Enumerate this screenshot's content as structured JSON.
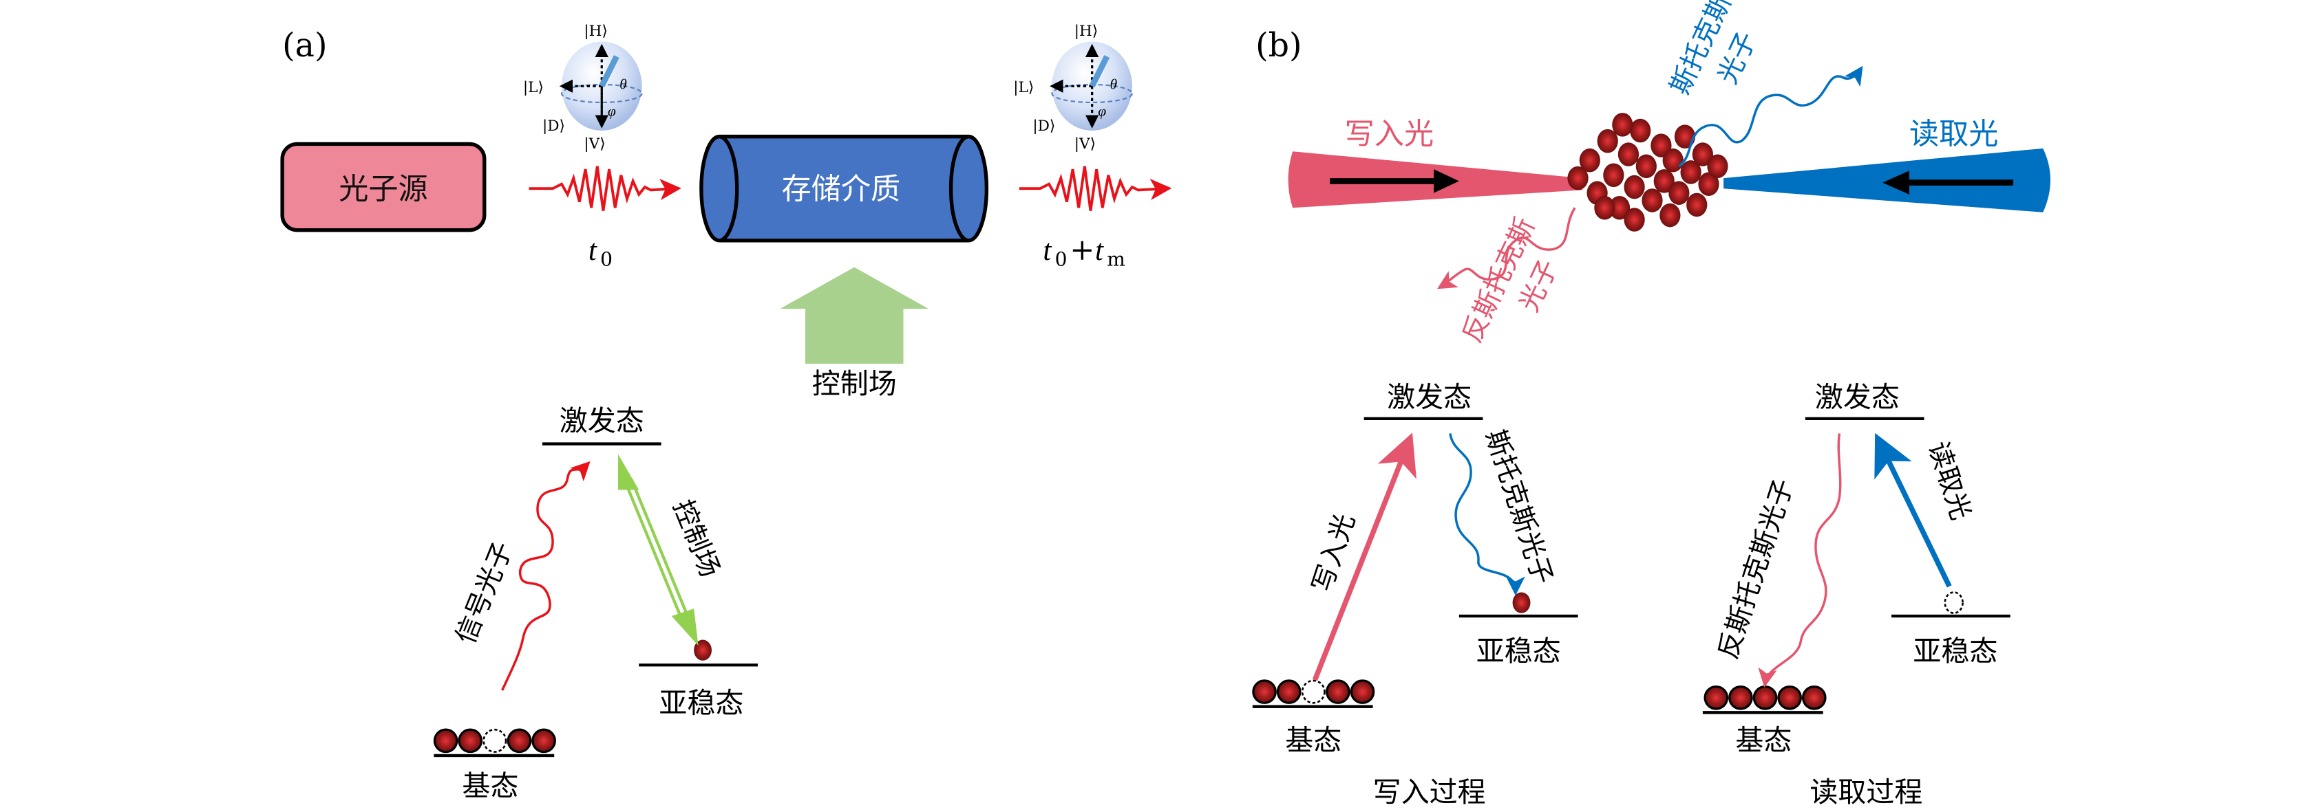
{
  "colors": {
    "photon_source_fill": "#EE8898",
    "storage_fill": "#4674C5",
    "control_arrow_fill": "#A9D18E",
    "signal_red": "#E8131A",
    "write_pink": "#E4566E",
    "read_blue": "#0070C0",
    "atom_dark": "#8B1A1A",
    "green_arrow": "#92D050"
  },
  "panel_a": {
    "label": "(a)",
    "photon_source": "光子源",
    "storage_medium": "存储介质",
    "control_field": "控制场",
    "time_in": "t",
    "time_in_sub": "0",
    "time_out": "t",
    "time_out_sub": "0",
    "time_out_plus": "+",
    "time_out_t2": "t",
    "time_out_t2_sub": "m",
    "bloch_labels": {
      "H": "|H⟩",
      "V": "|V⟩",
      "L": "|L⟩",
      "D": "|D⟩",
      "theta": "θ",
      "phi": "φ"
    },
    "levels": {
      "excited": "激发态",
      "metastable": "亚稳态",
      "ground": "基态",
      "signal_photon": "信号光子",
      "control": "控制场"
    },
    "ground_atoms": [
      "filled",
      "filled",
      "empty",
      "filled",
      "filled"
    ]
  },
  "panel_b": {
    "label": "(b)",
    "write_light": "写入光",
    "read_light": "读取光",
    "stokes_line1": "斯托克斯",
    "stokes_line2": "光子",
    "antistokes_line1": "反斯托克斯",
    "antistokes_line2": "光子",
    "write_process": {
      "title": "写入过程",
      "excited": "激发态",
      "metastable": "亚稳态",
      "ground": "基态",
      "up_label": "写入光",
      "down_label": "斯托克斯光子",
      "ground_atoms": [
        "filled",
        "filled",
        "empty",
        "filled",
        "filled"
      ],
      "metastable_atom": "filled"
    },
    "read_process": {
      "title": "读取过程",
      "excited": "激发态",
      "metastable": "亚稳态",
      "ground": "基态",
      "up_label": "读取光",
      "down_label": "反斯托克斯光子",
      "ground_atoms": [
        "filled",
        "filled",
        "filled",
        "filled",
        "filled"
      ],
      "metastable_atom": "empty"
    }
  }
}
